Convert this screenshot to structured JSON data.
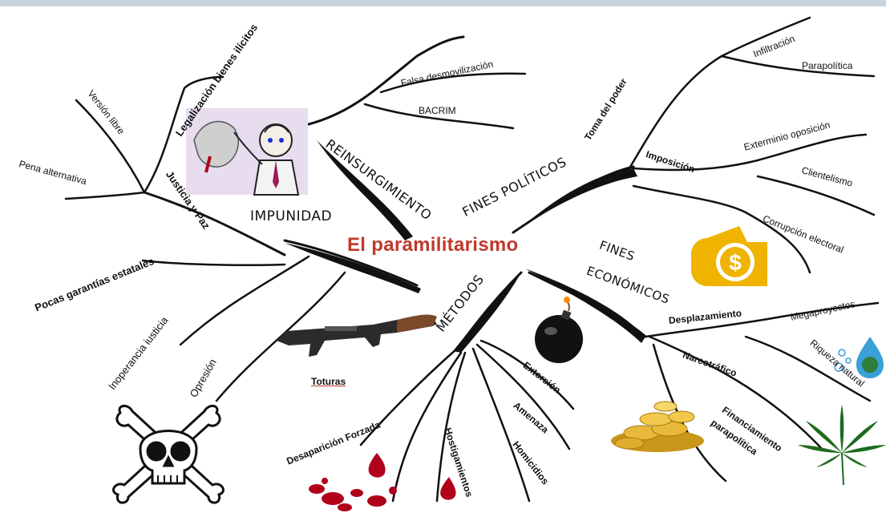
{
  "center": "El paramilitarismo",
  "branches": {
    "impunidad": "IMPUNIDAD",
    "reinsurgimiento": "REINSURGIMIENTO",
    "fines_politicos": "FINES POLÍTICOS",
    "fines_economicos_1": "FINES",
    "fines_economicos_2": "ECONÓMICOS",
    "metodos": "MÉTODOS"
  },
  "leaves": {
    "legalizacion": "Legalización bienes ilícitos",
    "version_libre": "Versión libre",
    "pena_alternativa": "Pena alternativa",
    "justicia_paz": "Justicia y Paz",
    "pocas_garantias": "Pocas garantías estatales",
    "inoperancia": "Inoperancia iusticia",
    "opresion": "Opresión",
    "falsa_desmovilizacion": "Falsa desmovilización",
    "bacrim": "BACRIM",
    "toma_poder": "Toma del poder",
    "infiltracion": "Infiltración",
    "parapolitica": "Parapolítica",
    "imposicion": "Imposición",
    "exterminio": "Exterminio oposición",
    "clientelismo": "Clientelismo",
    "corrupcion": "Corrupción electoral",
    "desplazamiento": "Desplazamiento",
    "megaproyectos": "Megaproyectos",
    "riqueza": "Riqueza natural",
    "narcotrafico": "Narcotráfico",
    "financiamiento_1": "Financiamiento",
    "financiamiento_2": "parapolítica",
    "toturas": "Toturas",
    "extorsion": "Extorsión",
    "amenaza": "Amenaza",
    "homicidios": "Homicidios",
    "hostigamientos": "Hostigamientos",
    "desaparicion": "Desaparición Forzada"
  },
  "colors": {
    "title": "#c0392b",
    "branch": "#111111",
    "money_icon": "#f0b400",
    "blood": "#b0001a",
    "leaf_plant": "#1f6b1f",
    "water": "#3aa0d8"
  },
  "icons": [
    "man-portrait-icon",
    "rifle-icon",
    "bomb-icon",
    "skull-crossbones-icon",
    "dollar-sign-icon",
    "gold-coins-icon",
    "cannabis-leaf-icon",
    "water-drop-globe-icon",
    "blood-drops-icon"
  ]
}
